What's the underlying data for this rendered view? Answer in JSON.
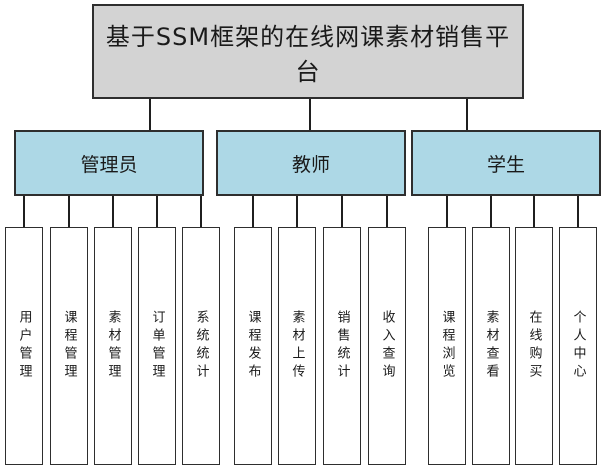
{
  "diagram": {
    "title": "基于SSM框架的在线网课素材销售平台",
    "branches": [
      {
        "label": "管理员",
        "children": [
          "用户管理",
          "课程管理",
          "素材管理",
          "订单管理",
          "系统统计"
        ]
      },
      {
        "label": "教师",
        "children": [
          "课程发布",
          "素材上传",
          "销售统计",
          "收入查询"
        ]
      },
      {
        "label": "学生",
        "children": [
          "课程浏览",
          "素材查看",
          "在线购买",
          "个人中心"
        ]
      }
    ],
    "colors": {
      "root_fill": "#d3d3d3",
      "branch_fill": "#add8e6",
      "leaf_fill": "#ffffff",
      "border_color": "#2e2e2e",
      "line_color": "#1f1f1f",
      "text_color": "#1a1a1a"
    }
  }
}
